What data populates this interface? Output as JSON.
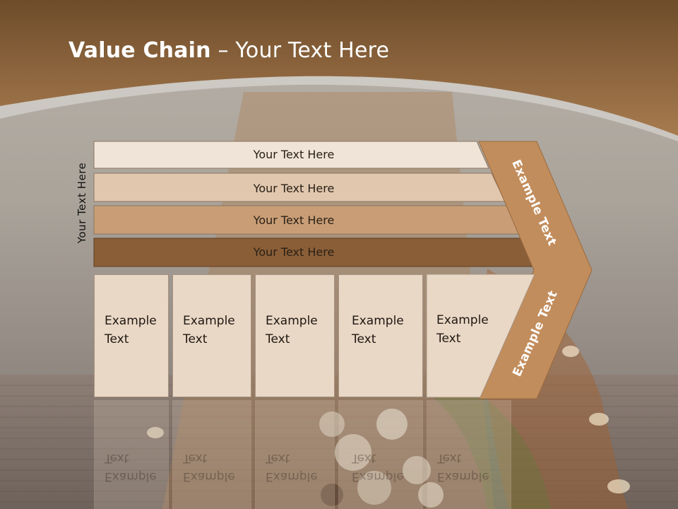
{
  "slide": {
    "title_bold": "Value Chain",
    "title_rest": " – Your Text Here",
    "side_label": "Your Text Here"
  },
  "bands": [
    {
      "label": "Your Text Here",
      "color": "#f0e4d8"
    },
    {
      "label": "Your Text Here",
      "color": "#e0c7ae"
    },
    {
      "label": "Your Text Here",
      "color": "#c99e76"
    },
    {
      "label": "Your Text Here",
      "color": "#8a5e37"
    }
  ],
  "boxes": [
    {
      "line1": "Example",
      "line2": "Text"
    },
    {
      "line1": "Example",
      "line2": "Text"
    },
    {
      "line1": "Example",
      "line2": "Text"
    },
    {
      "line1": "Example",
      "line2": "Text"
    },
    {
      "line1": "Example",
      "line2": "Text"
    }
  ],
  "arrow": {
    "upper_label": "Example Text",
    "lower_label": "Example Text",
    "color": "#c28d5c"
  },
  "theme": {
    "header_color": "#8e6437",
    "box_fill": "#ead8c6"
  }
}
